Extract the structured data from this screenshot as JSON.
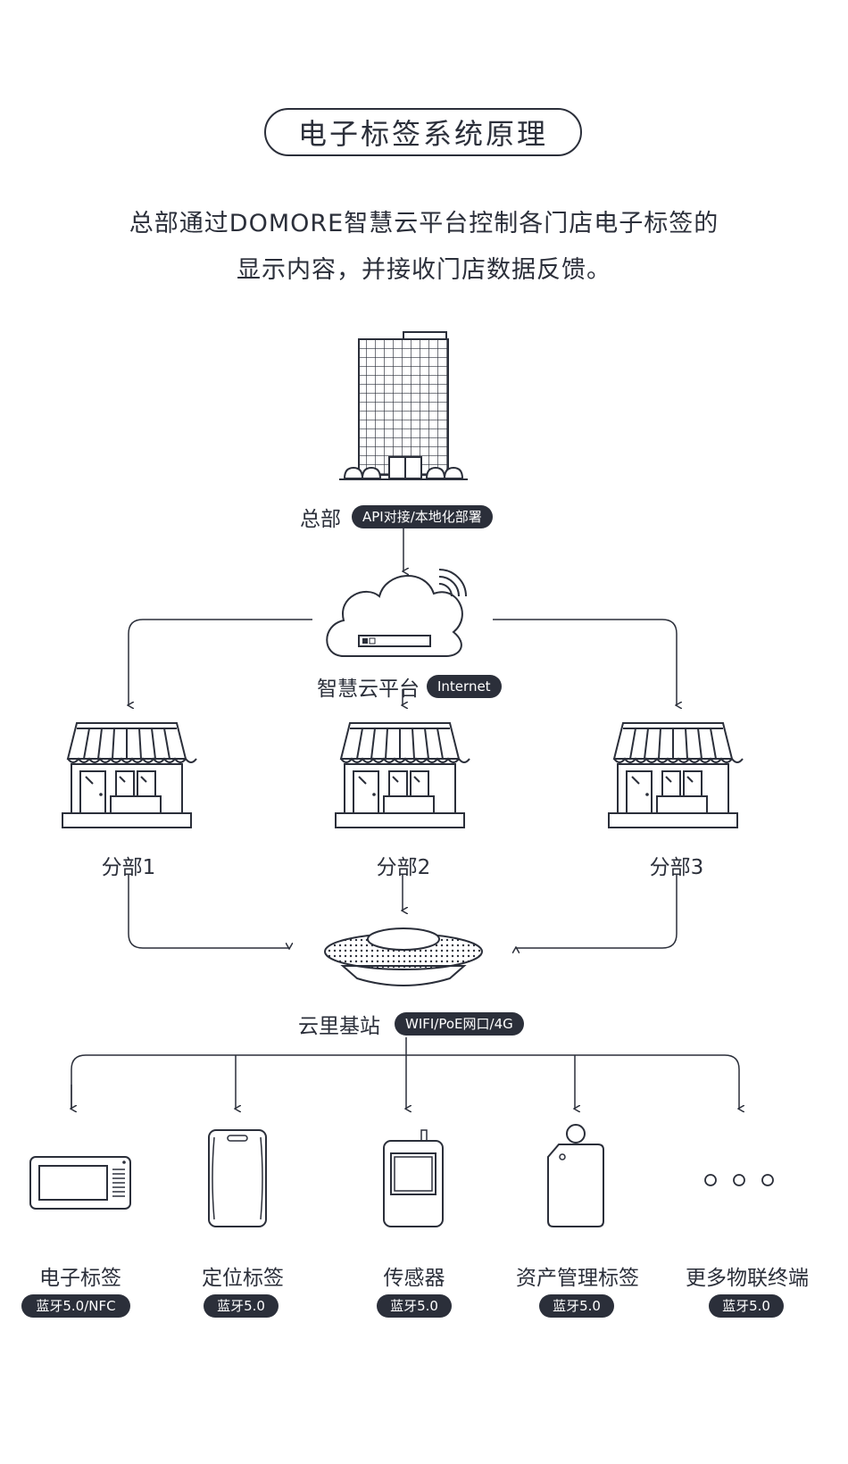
{
  "title": "电子标签系统原理",
  "intro": {
    "line1": "总部通过DOMORE智慧云平台控制各门店电子标签的",
    "line2": "显示内容，并接收门店数据反馈。"
  },
  "headquarters": {
    "label": "总部",
    "badge": "API对接/本地化部署"
  },
  "cloud": {
    "label": "智慧云平台",
    "badge": "Internet"
  },
  "branches": [
    {
      "label": "分部1"
    },
    {
      "label": "分部2"
    },
    {
      "label": "分部3"
    }
  ],
  "base_station": {
    "label": "云里基站",
    "badge": "WIFI/PoE网口/4G"
  },
  "terminals": [
    {
      "label": "电子标签",
      "badge": "蓝牙5.0/NFC"
    },
    {
      "label": "定位标签",
      "badge": "蓝牙5.0"
    },
    {
      "label": "传感器",
      "badge": "蓝牙5.0"
    },
    {
      "label": "资产管理标签",
      "badge": "蓝牙5.0"
    },
    {
      "label": "更多物联终端",
      "badge": "蓝牙5.0"
    }
  ],
  "colors": {
    "ink": "#2b2f3a",
    "background": "#ffffff"
  }
}
